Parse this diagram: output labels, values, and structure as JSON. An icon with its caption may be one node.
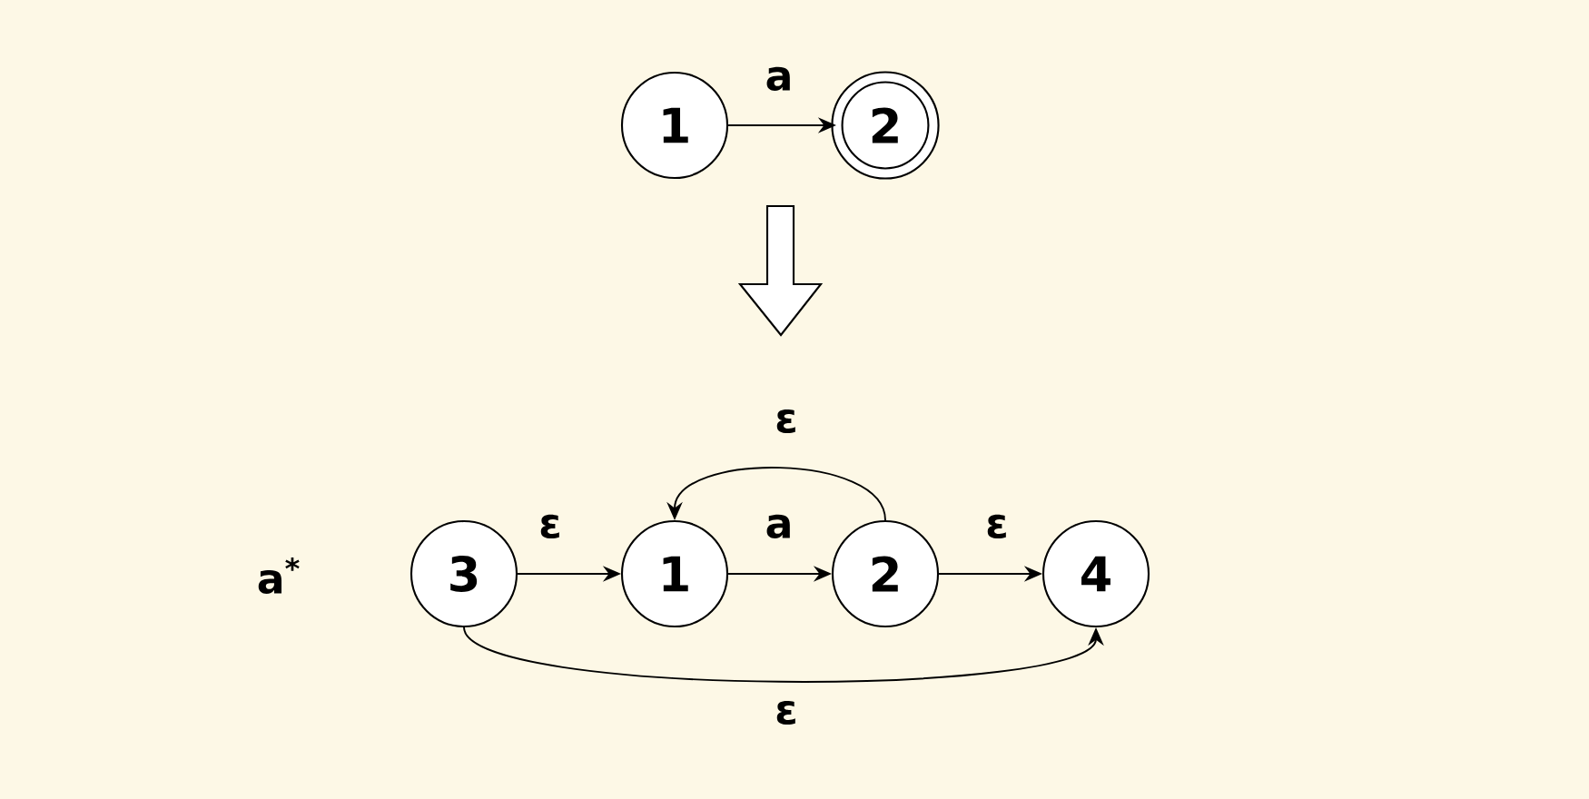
{
  "diagram": {
    "nodes": [
      {
        "text": [
          "1"
        ]
      },
      {
        "text": [
          "2"
        ]
      },
      {
        "text": [
          "3"
        ]
      },
      {
        "text": [
          "1"
        ]
      },
      {
        "text": [
          "2"
        ]
      },
      {
        "text": [
          "4"
        ]
      }
    ],
    "edges": [
      {
        "from": 0,
        "to": 1,
        "arrow": "to",
        "label": "a"
      },
      {
        "from": 2,
        "to": 3,
        "arrow": "to",
        "label": "ε"
      },
      {
        "from": 3,
        "to": 4,
        "arrow": "to",
        "label": "a"
      },
      {
        "from": 4,
        "to": 3,
        "arrow": "to",
        "label": "ε"
      },
      {
        "from": 4,
        "to": 5,
        "arrow": "to",
        "label": "ε"
      },
      {
        "from": 2,
        "to": 5,
        "arrow": "to",
        "label": "ε"
      }
    ],
    "labels": [
      "a$^{*}$"
    ]
  }
}
